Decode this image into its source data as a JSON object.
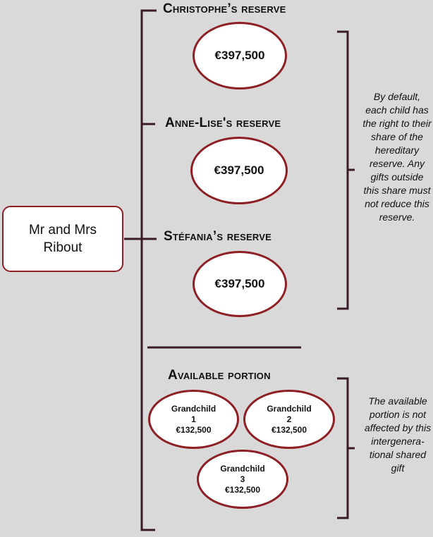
{
  "family": {
    "label_line1": "Mr and Mrs",
    "label_line2": "Ribout"
  },
  "reserves": [
    {
      "heading": "Christophe’s reserve",
      "amount": "€397,500"
    },
    {
      "heading": "Anne-Lise's reserve",
      "amount": "€397,500"
    },
    {
      "heading": "Stéfania’s reserve",
      "amount": "€397,500"
    }
  ],
  "reserve_note": "By default, each child has the right to their share of the hereditary reserve. Any gifts outside this share must not reduce this reserve.",
  "available": {
    "heading": "Available portion",
    "grandchildren": [
      {
        "title": "Grandchild",
        "number": "1",
        "amount": "€132,500"
      },
      {
        "title": "Grandchild",
        "number": "2",
        "amount": "€132,500"
      },
      {
        "title": "Grandchild",
        "number": "3",
        "amount": "€132,500"
      }
    ],
    "note": "The available portion is not affected by this intergenera-tional shared gift"
  },
  "colors": {
    "line": "#3b1a2a",
    "oval_border": "#8e1f24",
    "background": "#d9d9d9"
  }
}
